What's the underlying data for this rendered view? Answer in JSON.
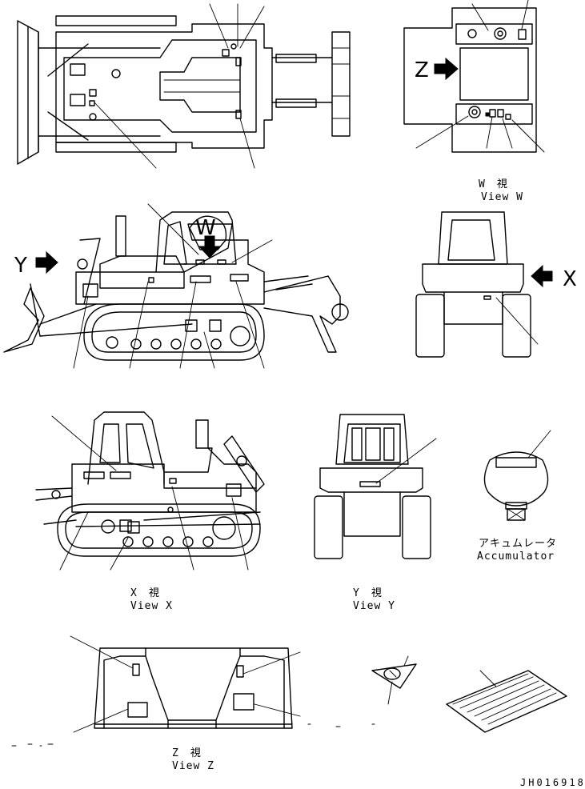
{
  "views": {
    "w_title_jp": "W　視",
    "w_title_en": "View W",
    "x_title_jp": "X　視",
    "x_title_en": "View X",
    "y_title_jp": "Y　視",
    "y_title_en": "View Y",
    "z_title_jp": "Z　視",
    "z_title_en": "View Z"
  },
  "arrows": {
    "z": "Z",
    "y": "Y",
    "x": "X",
    "w": "W"
  },
  "accumulator": {
    "label_jp": "アキュムレータ",
    "label_en": "Accumulator"
  },
  "drawing_code": "JH016918"
}
